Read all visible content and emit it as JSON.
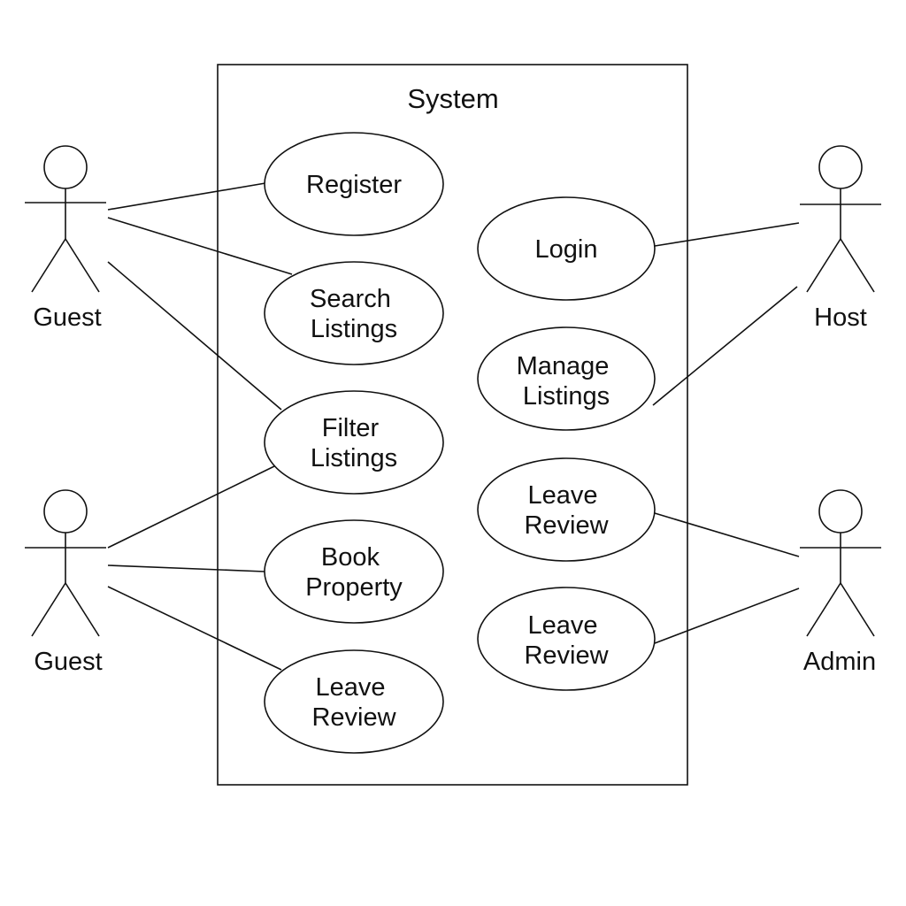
{
  "diagram": {
    "system_label": "System",
    "actors": [
      {
        "id": "guest_1",
        "label": "Guest"
      },
      {
        "id": "guest_2",
        "label": "Guest"
      },
      {
        "id": "host",
        "label": "Host"
      },
      {
        "id": "admin",
        "label": "Admin"
      }
    ],
    "use_cases": [
      {
        "id": "register",
        "lines": [
          "Register"
        ]
      },
      {
        "id": "search_listings",
        "lines": [
          "Search",
          "Listings"
        ]
      },
      {
        "id": "filter_listings",
        "lines": [
          "Filter",
          "Listings"
        ]
      },
      {
        "id": "book_property",
        "lines": [
          "Book",
          "Property"
        ]
      },
      {
        "id": "leave_review_guest",
        "lines": [
          "Leave",
          "Review"
        ]
      },
      {
        "id": "login",
        "lines": [
          "Login"
        ]
      },
      {
        "id": "manage_listings",
        "lines": [
          "Manage",
          "Listings"
        ]
      },
      {
        "id": "leave_review_a",
        "lines": [
          "Leave",
          "Review"
        ]
      },
      {
        "id": "leave_review_b",
        "lines": [
          "Leave",
          "Review"
        ]
      }
    ],
    "associations": [
      {
        "from": "guest_1",
        "to": "register"
      },
      {
        "from": "guest_1",
        "to": "search_listings"
      },
      {
        "from": "guest_1",
        "to": "filter_listings"
      },
      {
        "from": "guest_2",
        "to": "filter_listings"
      },
      {
        "from": "guest_2",
        "to": "book_property"
      },
      {
        "from": "guest_2",
        "to": "leave_review_guest"
      },
      {
        "from": "host",
        "to": "login"
      },
      {
        "from": "host",
        "to": "manage_listings"
      },
      {
        "from": "admin",
        "to": "leave_review_a"
      },
      {
        "from": "admin",
        "to": "leave_review_b"
      }
    ]
  }
}
